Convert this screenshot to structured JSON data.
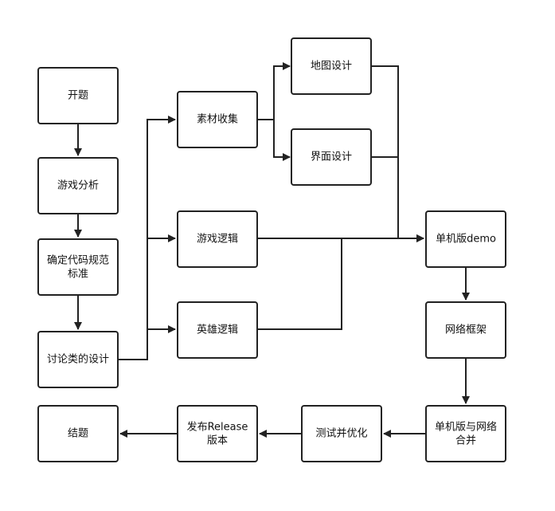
{
  "nodes": [
    {
      "id": "kaiti",
      "lines": [
        "开题"
      ]
    },
    {
      "id": "youxifenxi",
      "lines": [
        "游戏分析"
      ]
    },
    {
      "id": "daimaguifan",
      "lines": [
        "确定代码规范",
        "标准"
      ]
    },
    {
      "id": "taolunlei",
      "lines": [
        "讨论类的设计"
      ]
    },
    {
      "id": "sucai",
      "lines": [
        "素材收集"
      ]
    },
    {
      "id": "dituguji",
      "lines": [
        "地图设计"
      ]
    },
    {
      "id": "jiemiansheji",
      "lines": [
        "界面设计"
      ]
    },
    {
      "id": "youxiluoji",
      "lines": [
        "游戏逻辑"
      ]
    },
    {
      "id": "yingxiongluoji",
      "lines": [
        "英雄逻辑"
      ]
    },
    {
      "id": "danjidemo",
      "lines": [
        "单机版demo"
      ]
    },
    {
      "id": "wangluokuangjia",
      "lines": [
        "网络框架"
      ]
    },
    {
      "id": "hebing",
      "lines": [
        "单机版与网络",
        "合并"
      ]
    },
    {
      "id": "ceshi",
      "lines": [
        "测试并优化"
      ]
    },
    {
      "id": "fabu",
      "lines": [
        "发布Release",
        "版本"
      ]
    },
    {
      "id": "jieti",
      "lines": [
        "结题"
      ]
    }
  ],
  "edges": [
    {
      "from": "kaiti",
      "to": "youxifenxi"
    },
    {
      "from": "youxifenxi",
      "to": "daimaguifan"
    },
    {
      "from": "daimaguifan",
      "to": "taolunlei"
    },
    {
      "from": "taolunlei",
      "to": "sucai"
    },
    {
      "from": "taolunlei",
      "to": "youxiluoji"
    },
    {
      "from": "taolunlei",
      "to": "yingxiongluoji"
    },
    {
      "from": "sucai",
      "to": "dituguji"
    },
    {
      "from": "sucai",
      "to": "jiemiansheji"
    },
    {
      "from": "dituguji",
      "to": "danjidemo"
    },
    {
      "from": "jiemiansheji",
      "to": "danjidemo"
    },
    {
      "from": "youxiluoji",
      "to": "danjidemo"
    },
    {
      "from": "yingxiongluoji",
      "to": "danjidemo"
    },
    {
      "from": "danjidemo",
      "to": "wangluokuangjia"
    },
    {
      "from": "wangluokuangjia",
      "to": "hebing"
    },
    {
      "from": "hebing",
      "to": "ceshi"
    },
    {
      "from": "ceshi",
      "to": "fabu"
    },
    {
      "from": "fabu",
      "to": "jieti"
    }
  ]
}
